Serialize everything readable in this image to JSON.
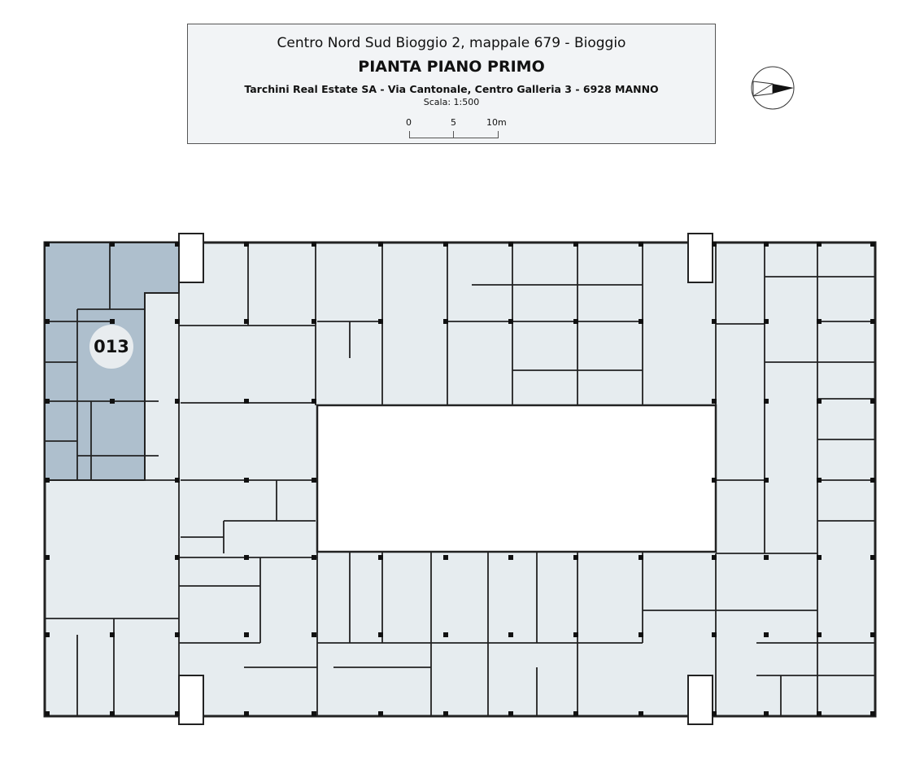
{
  "header": {
    "location": "Centro Nord Sud Bioggio 2, mappale 679 - Bioggio",
    "title": "PIANTA PIANO PRIMO",
    "owner": "Tarchini Real Estate SA - Via Cantonale, Centro Galleria 3 - 6928 MANNO",
    "scale_label": "Scala: 1:500",
    "scale_ticks": [
      "0",
      "5",
      "10m"
    ]
  },
  "plan": {
    "highlighted_unit": "013",
    "highlight_color": "#aebfcd",
    "floor_color": "#e6ecef",
    "wall_color": "#222222"
  },
  "compass": {
    "icon": "north-arrow-icon"
  }
}
